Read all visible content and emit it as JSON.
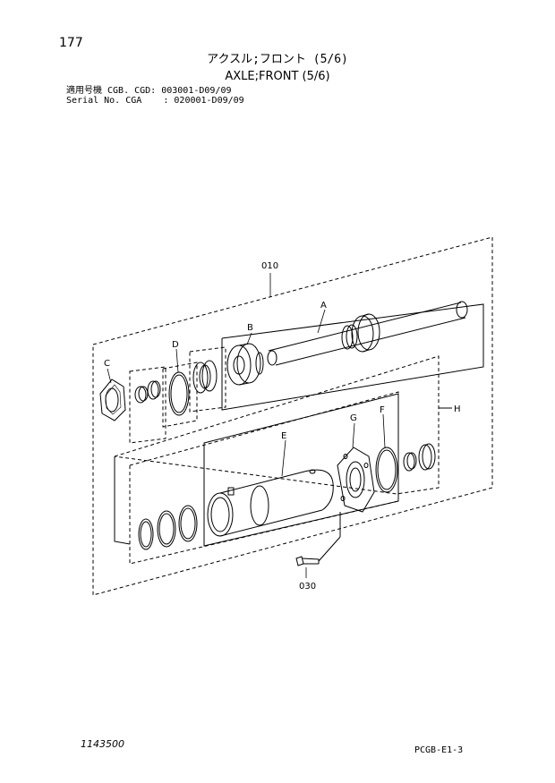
{
  "header": {
    "page_number": "177",
    "title_jp": "アクスル;フロント (5/6)",
    "title_en": "AXLE;FRONT (5/6)",
    "serial_line1": "適用号機 CGB. CGD: 003001-D09/09",
    "serial_line2": "Serial No. CGA    : 020001-D09/09"
  },
  "diagram": {
    "labels": {
      "assembly": "010",
      "bolt": "030",
      "A": "A",
      "B": "B",
      "C": "C",
      "D": "D",
      "E": "E",
      "F": "F",
      "G": "G",
      "H": "H"
    }
  },
  "footer": {
    "doc_number": "1143500",
    "page_code": "PCGB-E1-3"
  }
}
